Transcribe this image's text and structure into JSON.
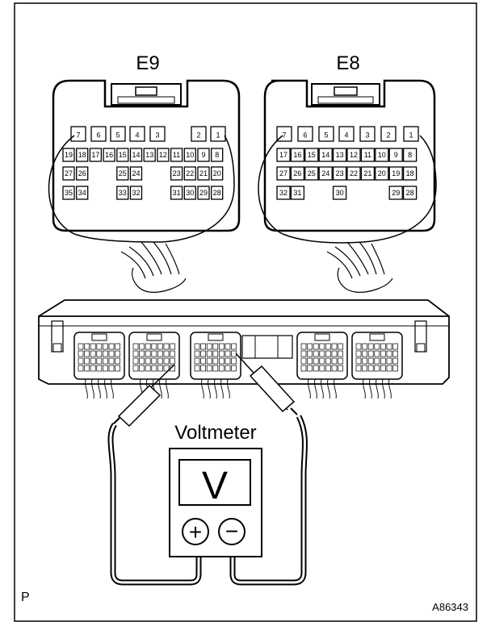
{
  "connectors": [
    {
      "name": "E9",
      "rows": [
        [
          "7",
          "6",
          "5",
          "4",
          "3",
          "",
          "2",
          "1"
        ],
        [
          "19",
          "18",
          "17",
          "16",
          "15",
          "14",
          "13",
          "12",
          "11",
          "10",
          "9",
          "8"
        ],
        [
          "27",
          "26",
          "",
          "",
          "25",
          "24",
          "",
          "",
          "23",
          "22",
          "21",
          "20"
        ],
        [
          "35",
          "34",
          "",
          "",
          "33",
          "32",
          "",
          "",
          "31",
          "30",
          "29",
          "28"
        ]
      ]
    },
    {
      "name": "E8",
      "rows": [
        [
          "7",
          "6",
          "5",
          "4",
          "3",
          "2",
          "1"
        ],
        [
          "17",
          "16",
          "15",
          "14",
          "13",
          "12",
          "11",
          "10",
          "9",
          "8"
        ],
        [
          "27",
          "26",
          "25",
          "24",
          "23",
          "22",
          "21",
          "20",
          "19",
          "18"
        ],
        [
          "32",
          "31",
          "",
          "",
          "30",
          "",
          "",
          "",
          "29",
          "28"
        ]
      ]
    }
  ],
  "meter": {
    "label": "Voltmeter",
    "display": "V",
    "plus": "+",
    "minus": "−"
  },
  "corner_letter": "P",
  "figure_id": "A86343"
}
